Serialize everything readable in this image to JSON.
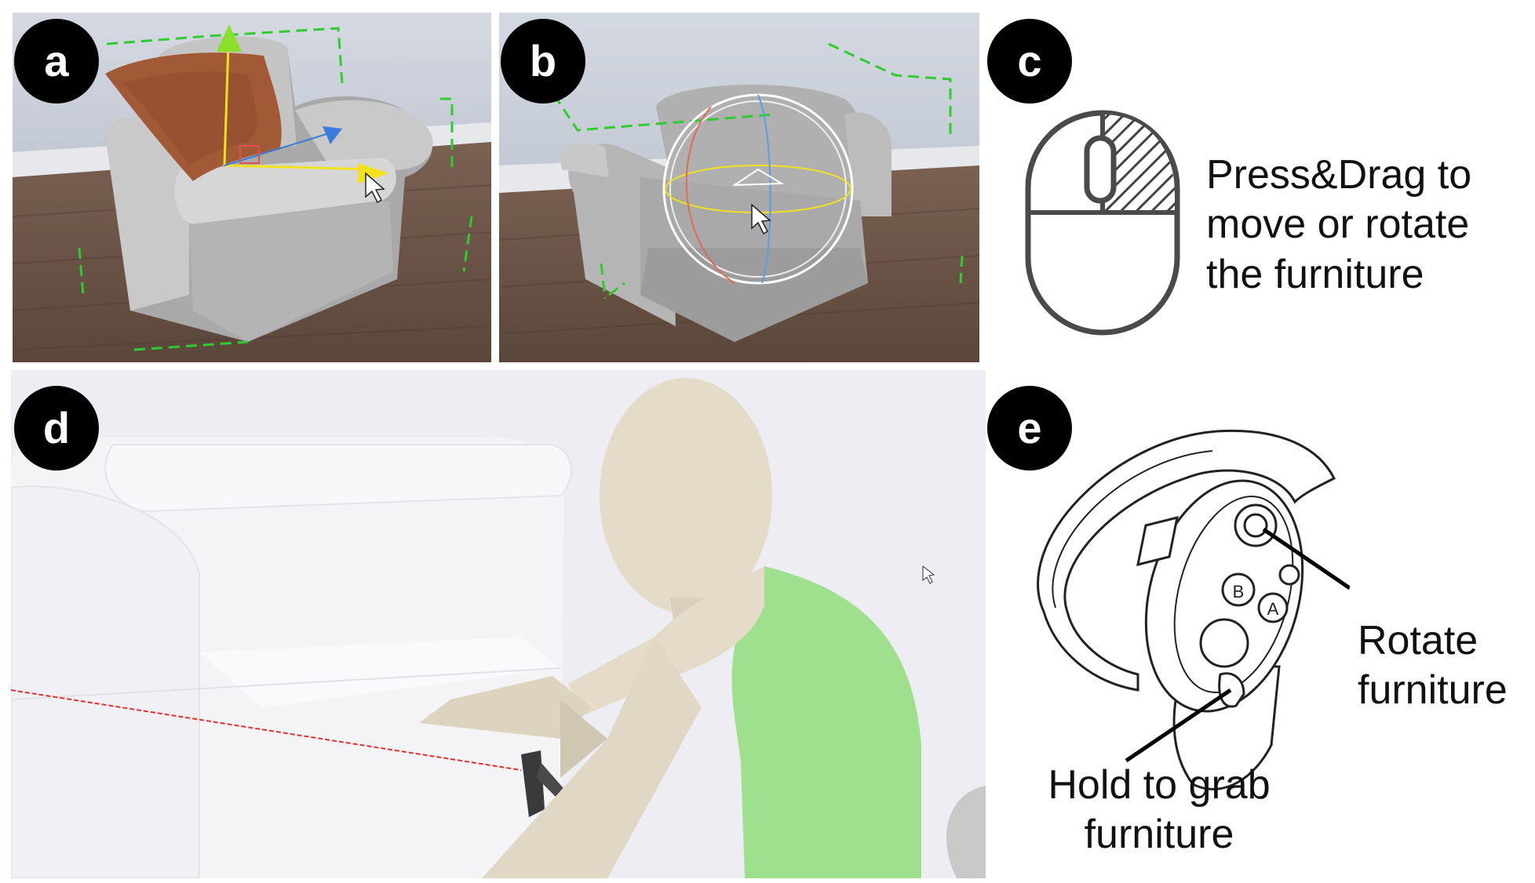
{
  "panels": {
    "a": {
      "label": "a"
    },
    "b": {
      "label": "b"
    },
    "c": {
      "label": "c",
      "caption": [
        "Press&Drag to",
        "move or rotate",
        "the furniture"
      ]
    },
    "d": {
      "label": "d"
    },
    "e": {
      "label": "e",
      "rotate_caption": [
        "Rotate",
        "furniture"
      ],
      "grab_caption": [
        "Hold to grab",
        "furniture"
      ],
      "buttons": {
        "b": "B",
        "a": "A"
      }
    }
  },
  "icons": {
    "mouse": "mouse-icon",
    "controller": "vr-controller-icon",
    "cursor": "mouse-cursor-icon"
  },
  "colors": {
    "gizmo_green": "#8adf2a",
    "gizmo_yellow": "#f2e21c",
    "gizmo_blue": "#3b7bdc",
    "bbox_green": "#2ecc2e",
    "floor": "#6b5346",
    "wall": "#c9ced8",
    "pillow": "#a25a36",
    "avatar": "#e4dbc8",
    "shirt": "#9fe08f",
    "laser": "#e03030"
  }
}
